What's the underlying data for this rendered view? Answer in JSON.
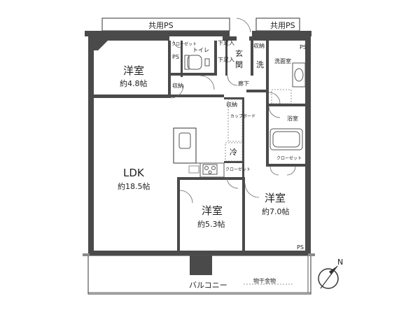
{
  "rooms": {
    "western_a_name": "洋室",
    "western_a_size": "約4.8帖",
    "ldk_name": "LDK",
    "ldk_size": "約18.5帖",
    "western_b_name": "洋室",
    "western_b_size": "約5.3帖",
    "western_c_name": "洋室",
    "western_c_size": "約7.0帖"
  },
  "labels": {
    "shared_ps_left": "共用PS",
    "shared_ps_right": "共用PS",
    "closet_top": "クローゼット",
    "ps_small": "PS",
    "shoe_rack_a": "下足入",
    "shoe_rack_b": "下足入",
    "genkan_1": "玄",
    "genkan_2": "関",
    "storage_top": "収納",
    "wash": "洗",
    "washroom": "洗面室",
    "ps_right": "PS",
    "toilet": "トイレ",
    "storage_left": "収納",
    "hallway": "廊下",
    "storage_kitchen": "収納",
    "cupboard": "カップボード",
    "fridge": "冷",
    "closet_mid": "クローゼット",
    "bathroom": "浴室",
    "closet_right": "クローゼット",
    "ps_bottom": "PS",
    "balcony": "バルコニー",
    "laundry_hardware": "物干金物",
    "compass_n": "N"
  }
}
